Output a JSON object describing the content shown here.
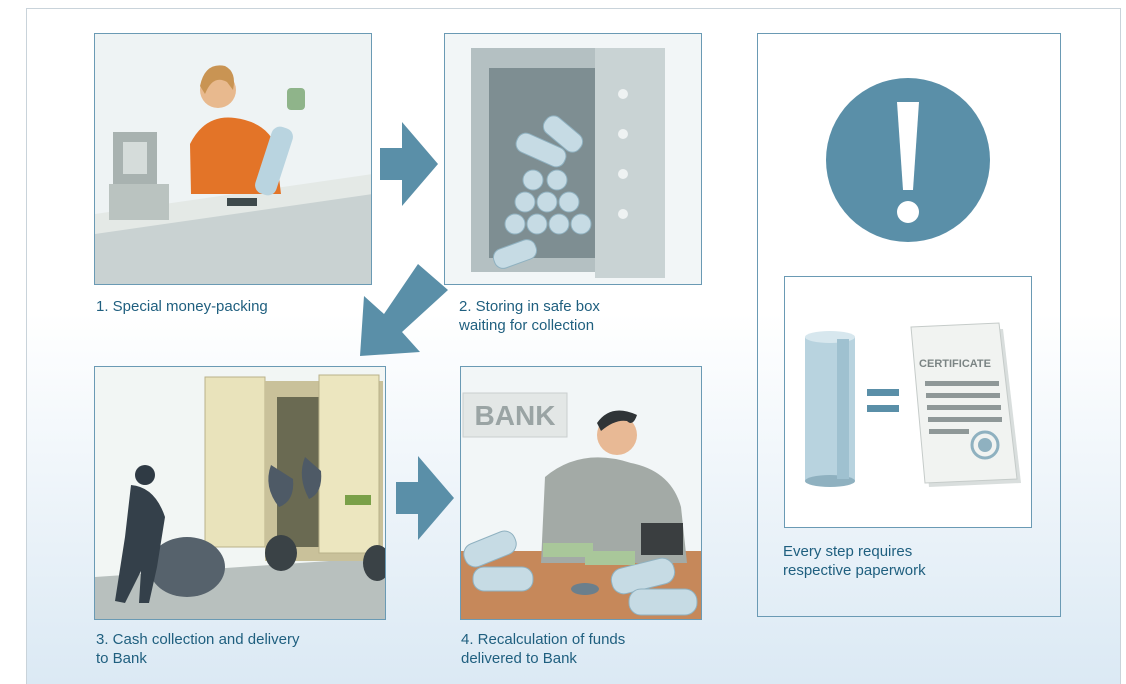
{
  "steps": [
    {
      "caption": "1. Special money-packing"
    },
    {
      "caption": "2. Storing in safe box\nwaiting for collection"
    },
    {
      "caption": "3. Cash collection and delivery\nto Bank"
    },
    {
      "caption": "4. Recalculation of funds\ndelivered to Bank"
    }
  ],
  "bank_sign": "BANK",
  "certificate_label": "CERTIFICATE",
  "note": "Every step requires\nrespective paperwork",
  "colors": {
    "accent": "#5a8fa8",
    "text": "#1f5f7f",
    "border": "#6a9ab4"
  }
}
